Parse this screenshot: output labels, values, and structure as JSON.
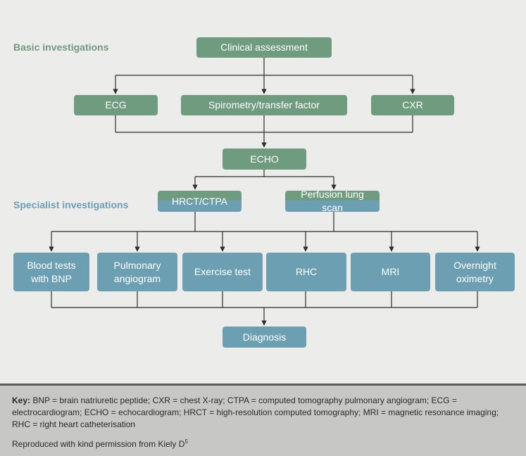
{
  "sections": {
    "basic": "Basic investigations",
    "specialist": "Specialist investigations"
  },
  "nodes": {
    "clinical_assessment": "Clinical assessment",
    "ecg": "ECG",
    "spirometry": "Spirometry/transfer factor",
    "cxr": "CXR",
    "echo": "ECHO",
    "hrct_ctpa": "HRCT/CTPA",
    "perfusion": "Perfusion lung scan",
    "blood_tests": [
      "Blood tests",
      "with BNP"
    ],
    "pulmonary_angiogram": [
      "Pulmonary",
      "angiogram"
    ],
    "exercise_test": "Exercise test",
    "rhc": "RHC",
    "mri": "MRI",
    "overnight_oximetry": [
      "Overnight",
      "oximetry"
    ],
    "diagnosis": "Diagnosis"
  },
  "key": {
    "heading": "Key:",
    "text": "BNP = brain natriuretic peptide; CXR = chest X-ray; CTPA = computed tomography pulmonary angiogram; ECG = electrocardiogram; ECHO = echocardiogram; HRCT = high-resolution computed tomography; MRI = magnetic resonance imaging; RHC = right heart catheterisation",
    "credit": "Reproduced with kind permission from Kiely D",
    "credit_ref": "5"
  },
  "colors": {
    "basic_green": "#6f9b7f",
    "specialist_blue": "#6d9fb3",
    "connector": "#2b2b2b",
    "background": "#ececea",
    "key_background": "#c7c7c5"
  }
}
